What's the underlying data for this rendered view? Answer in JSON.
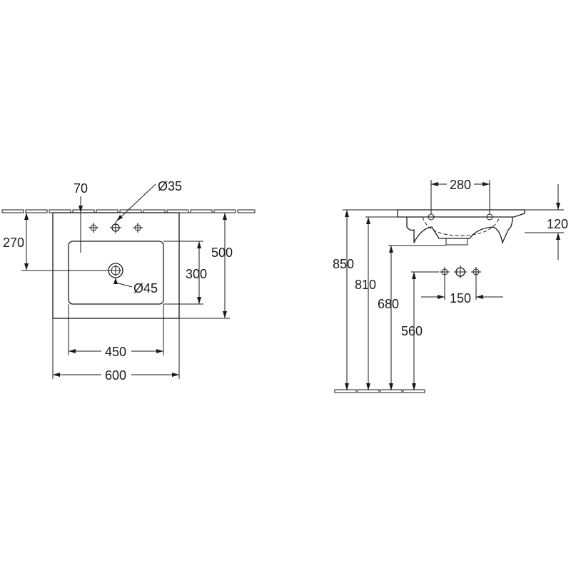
{
  "top_view": {
    "tap_hole_spacing": "70",
    "tap_hole_diameter": "Ø35",
    "tap_hole_depth": "270",
    "overall_depth": "500",
    "bowl_depth": "300",
    "waste_diameter": "Ø45",
    "bowl_width": "450",
    "overall_width": "600"
  },
  "side_view": {
    "tap_spacing_top": "280",
    "rim_thickness": "120",
    "height_rim": "850",
    "height_bowl_top": "810",
    "height_bowl_bottom": "680",
    "height_waste": "560",
    "tap_spacing_wall": "150"
  }
}
